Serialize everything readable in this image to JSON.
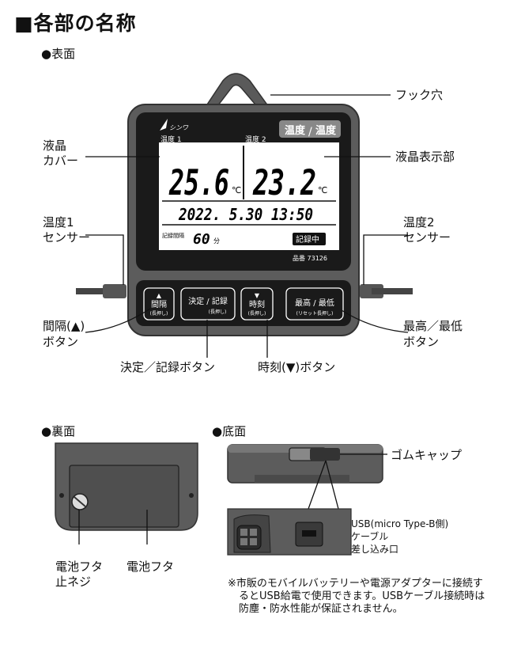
{
  "title": "■各部の名称",
  "sections": {
    "front": "●表面",
    "back": "●裏面",
    "bottom": "●底面"
  },
  "callouts": {
    "hook_hole": "フック穴",
    "lcd_cover": [
      "液晶",
      "カバー"
    ],
    "lcd_display": "液晶表示部",
    "sensor1": [
      "温度1",
      "センサー"
    ],
    "sensor2": [
      "温度2",
      "センサー"
    ],
    "interval_button": [
      "間隔(▲)",
      "ボタン"
    ],
    "maxmin_button": [
      "最高／最低",
      "ボタン"
    ],
    "decide_button": "決定／記録ボタン",
    "time_button": "時刻(▼)ボタン",
    "battery_screw": [
      "電池フタ",
      "止ネジ"
    ],
    "battery_cover": "電池フタ",
    "rubber_cap": "ゴムキャップ",
    "usb_port": [
      "USB(micro Type-B側)",
      "ケーブル",
      "差し込み口"
    ]
  },
  "device": {
    "brand": "シンワ",
    "badge": [
      "温度",
      "温度"
    ],
    "temp1_label": "温度 1",
    "temp2_label": "温度 2",
    "temp1_value": "25.6",
    "temp2_value": "23.2",
    "unit": "℃",
    "datetime": "2022. 5.30  13:50",
    "interval_label": "記録間隔",
    "interval_value": "60",
    "interval_unit": "分",
    "recording": "記録中",
    "model": "品番 73126"
  },
  "buttons": [
    {
      "arrow": "▲",
      "label": "間隔",
      "sub": "(長押し)"
    },
    {
      "arrow": "",
      "label": "決定 / 記録",
      "sub": "(長押し)"
    },
    {
      "arrow": "▼",
      "label": "時刻",
      "sub": "(長押し)"
    },
    {
      "arrow": "",
      "label": "最高 / 最低",
      "sub": "(リセット長押し)"
    }
  ],
  "note": "※市販のモバイルバッテリーや電源アダプターに接続するとUSB給電で使用できます。USBケーブル接続時は防塵・防水性能が保証されません。"
}
